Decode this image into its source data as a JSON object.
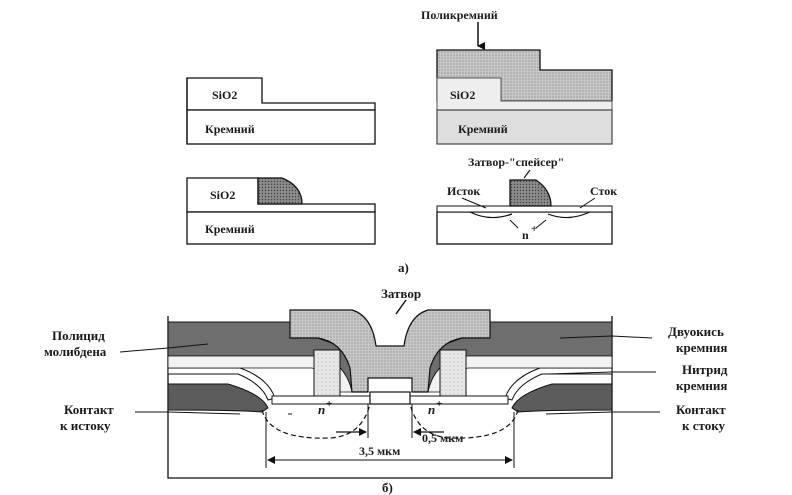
{
  "part_a": {
    "caption": "а)",
    "panel1": {
      "oxide": "SiO2",
      "substrate": "Кремний"
    },
    "panel2": {
      "poly_label": "Поликремний",
      "oxide": "SiO2",
      "substrate": "Кремний"
    },
    "panel3": {
      "oxide": "SiO2",
      "substrate": "Кремний"
    },
    "panel4": {
      "gate_label": "Затвор-\"спейсер\"",
      "source": "Исток",
      "drain": "Сток",
      "doping": "n"
    }
  },
  "part_b": {
    "caption": "б)",
    "gate": "Затвор",
    "left_labels": [
      "Полицид",
      "молибдена",
      "Контакт",
      "к истоку"
    ],
    "right_labels": [
      "Двуокись",
      "кремния",
      "Нитрид",
      "кремния",
      "Контакт",
      "к стоку"
    ],
    "doping_left": "n",
    "doping_right": "n",
    "dim_small": "0,5 мкм",
    "dim_large": "3,5 мкм"
  }
}
